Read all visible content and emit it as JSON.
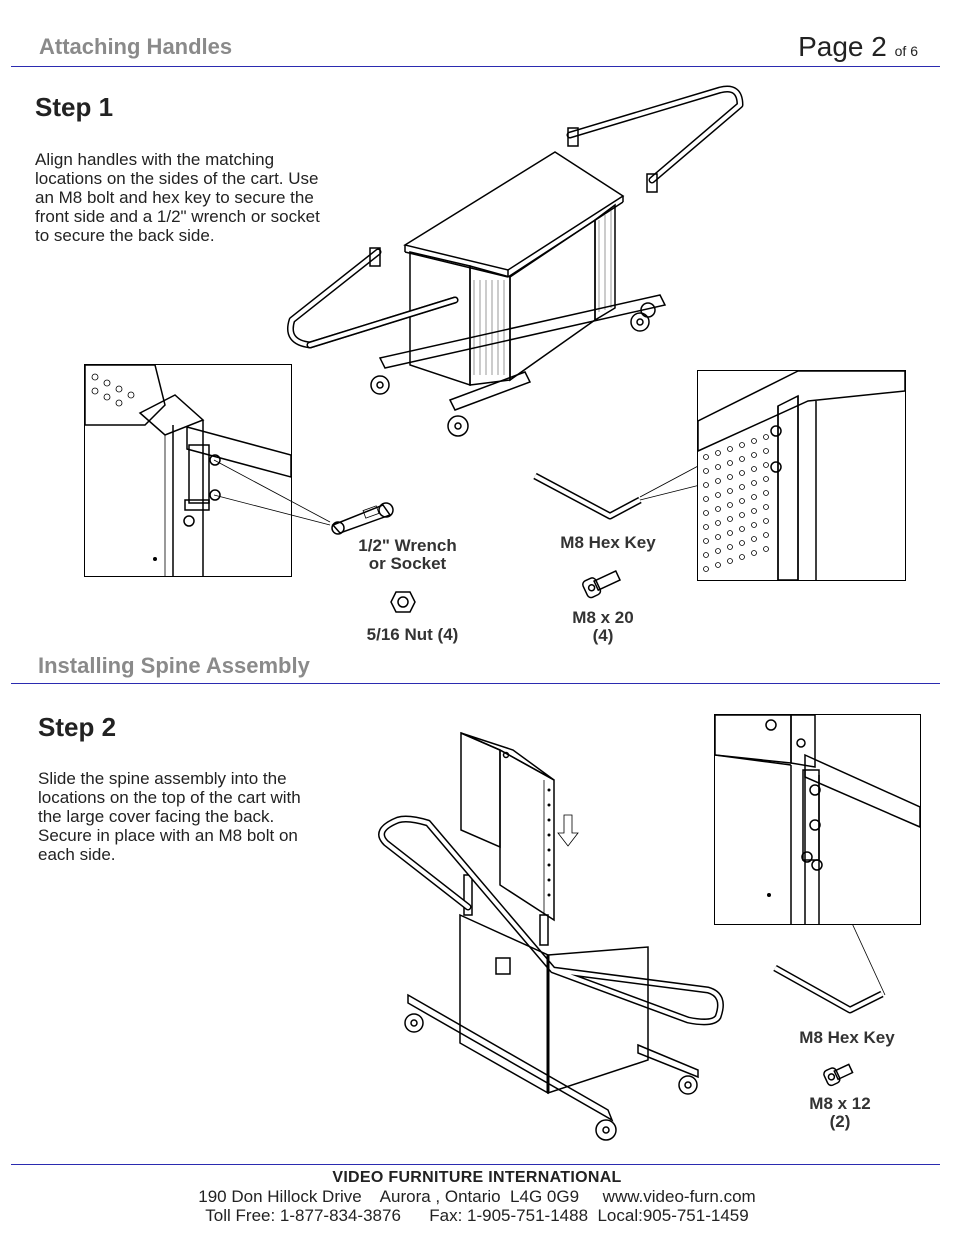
{
  "header": {
    "section_title": "Attaching Handles",
    "page_label": "Page 2",
    "page_of": "of 6"
  },
  "step1": {
    "title": "Step 1",
    "text": "Align handles with the matching\nlocations on the sides of the cart. Use\nan M8 bolt and hex key to secure the\nfront side and a 1/2\" wrench or socket\nto secure the back side.",
    "labels": {
      "wrench": "1/2\" Wrench\nor Socket",
      "hex_key": "M8 Hex Key",
      "nut": "5/16 Nut (4)",
      "bolt": "M8 x 20\n(4)"
    }
  },
  "section2": {
    "title": "Installing Spine Assembly"
  },
  "step2": {
    "title": "Step 2",
    "text": "Slide the spine assembly into the\nlocations on the top of the cart with\nthe large cover facing the back.\nSecure in place with an M8 bolt on\neach side.",
    "labels": {
      "hex_key": "M8 Hex Key",
      "bolt": "M8 x 12\n(2)"
    }
  },
  "footer": {
    "company": "VIDEO FURNITURE INTERNATIONAL",
    "address_line": "190 Don Hillock Drive    Aurora , Ontario  L4G 0G9     www.video-furn.com",
    "phone_line": "Toll Free: 1-877-834-3876      Fax: 1-905-751-1488  Local:905-751-1459"
  },
  "colors": {
    "rule": "#2b2bb0",
    "section_title": "#8a8a8a"
  }
}
